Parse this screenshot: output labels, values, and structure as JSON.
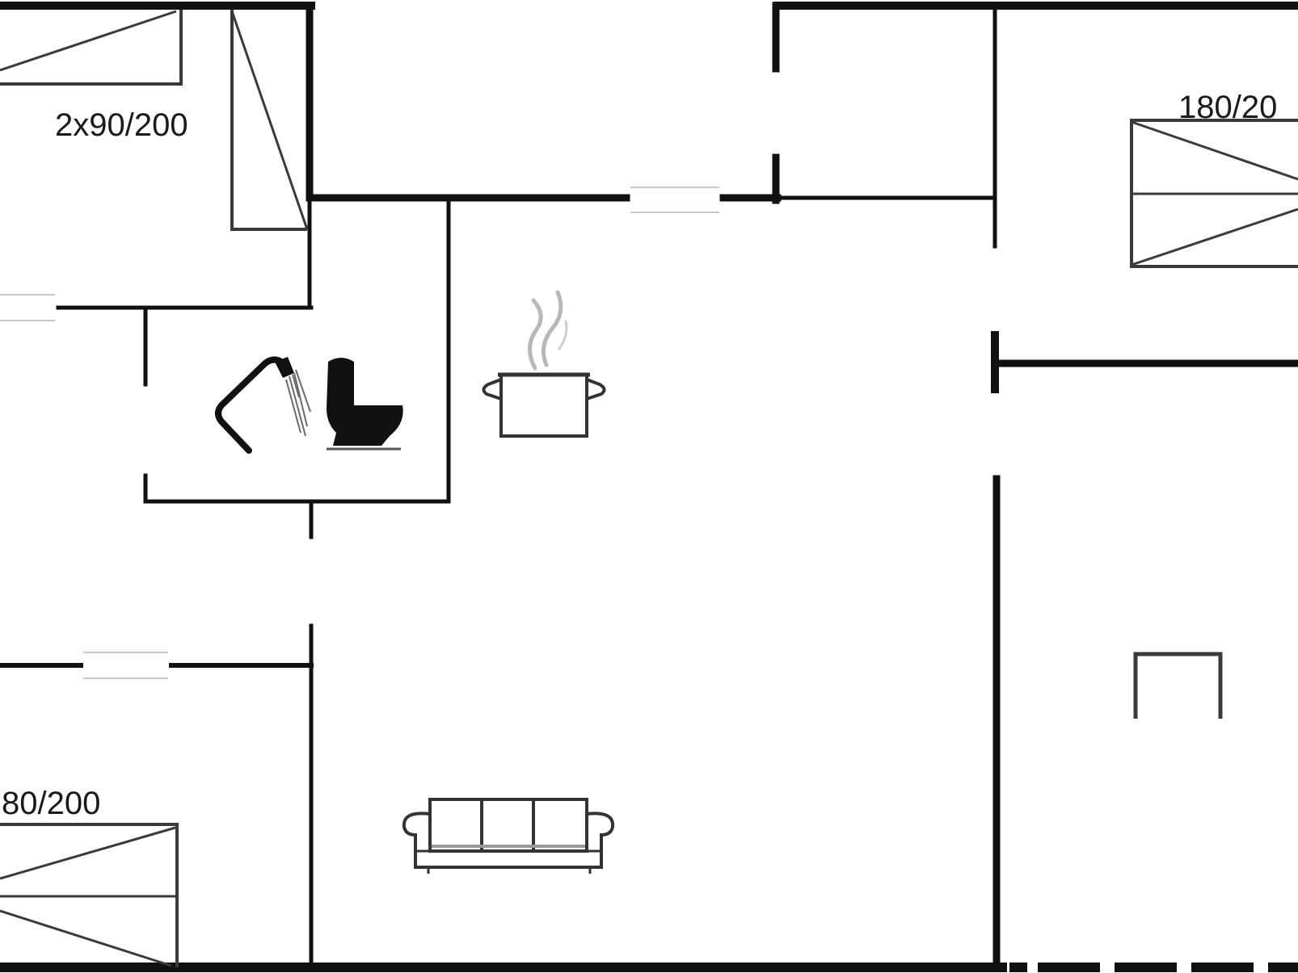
{
  "labels": {
    "bed_top_left": "2x90/200",
    "bed_top_right": "180/20",
    "bed_bottom_left": "80/200"
  },
  "icons": [
    "shower-icon",
    "toilet-icon",
    "cooking-pot-icon",
    "sofa-icon"
  ],
  "colors": {
    "wall": "#111111",
    "furniture": "#3a3a3a",
    "window": "#c8c8c8",
    "steam": "#b8b8b8"
  }
}
